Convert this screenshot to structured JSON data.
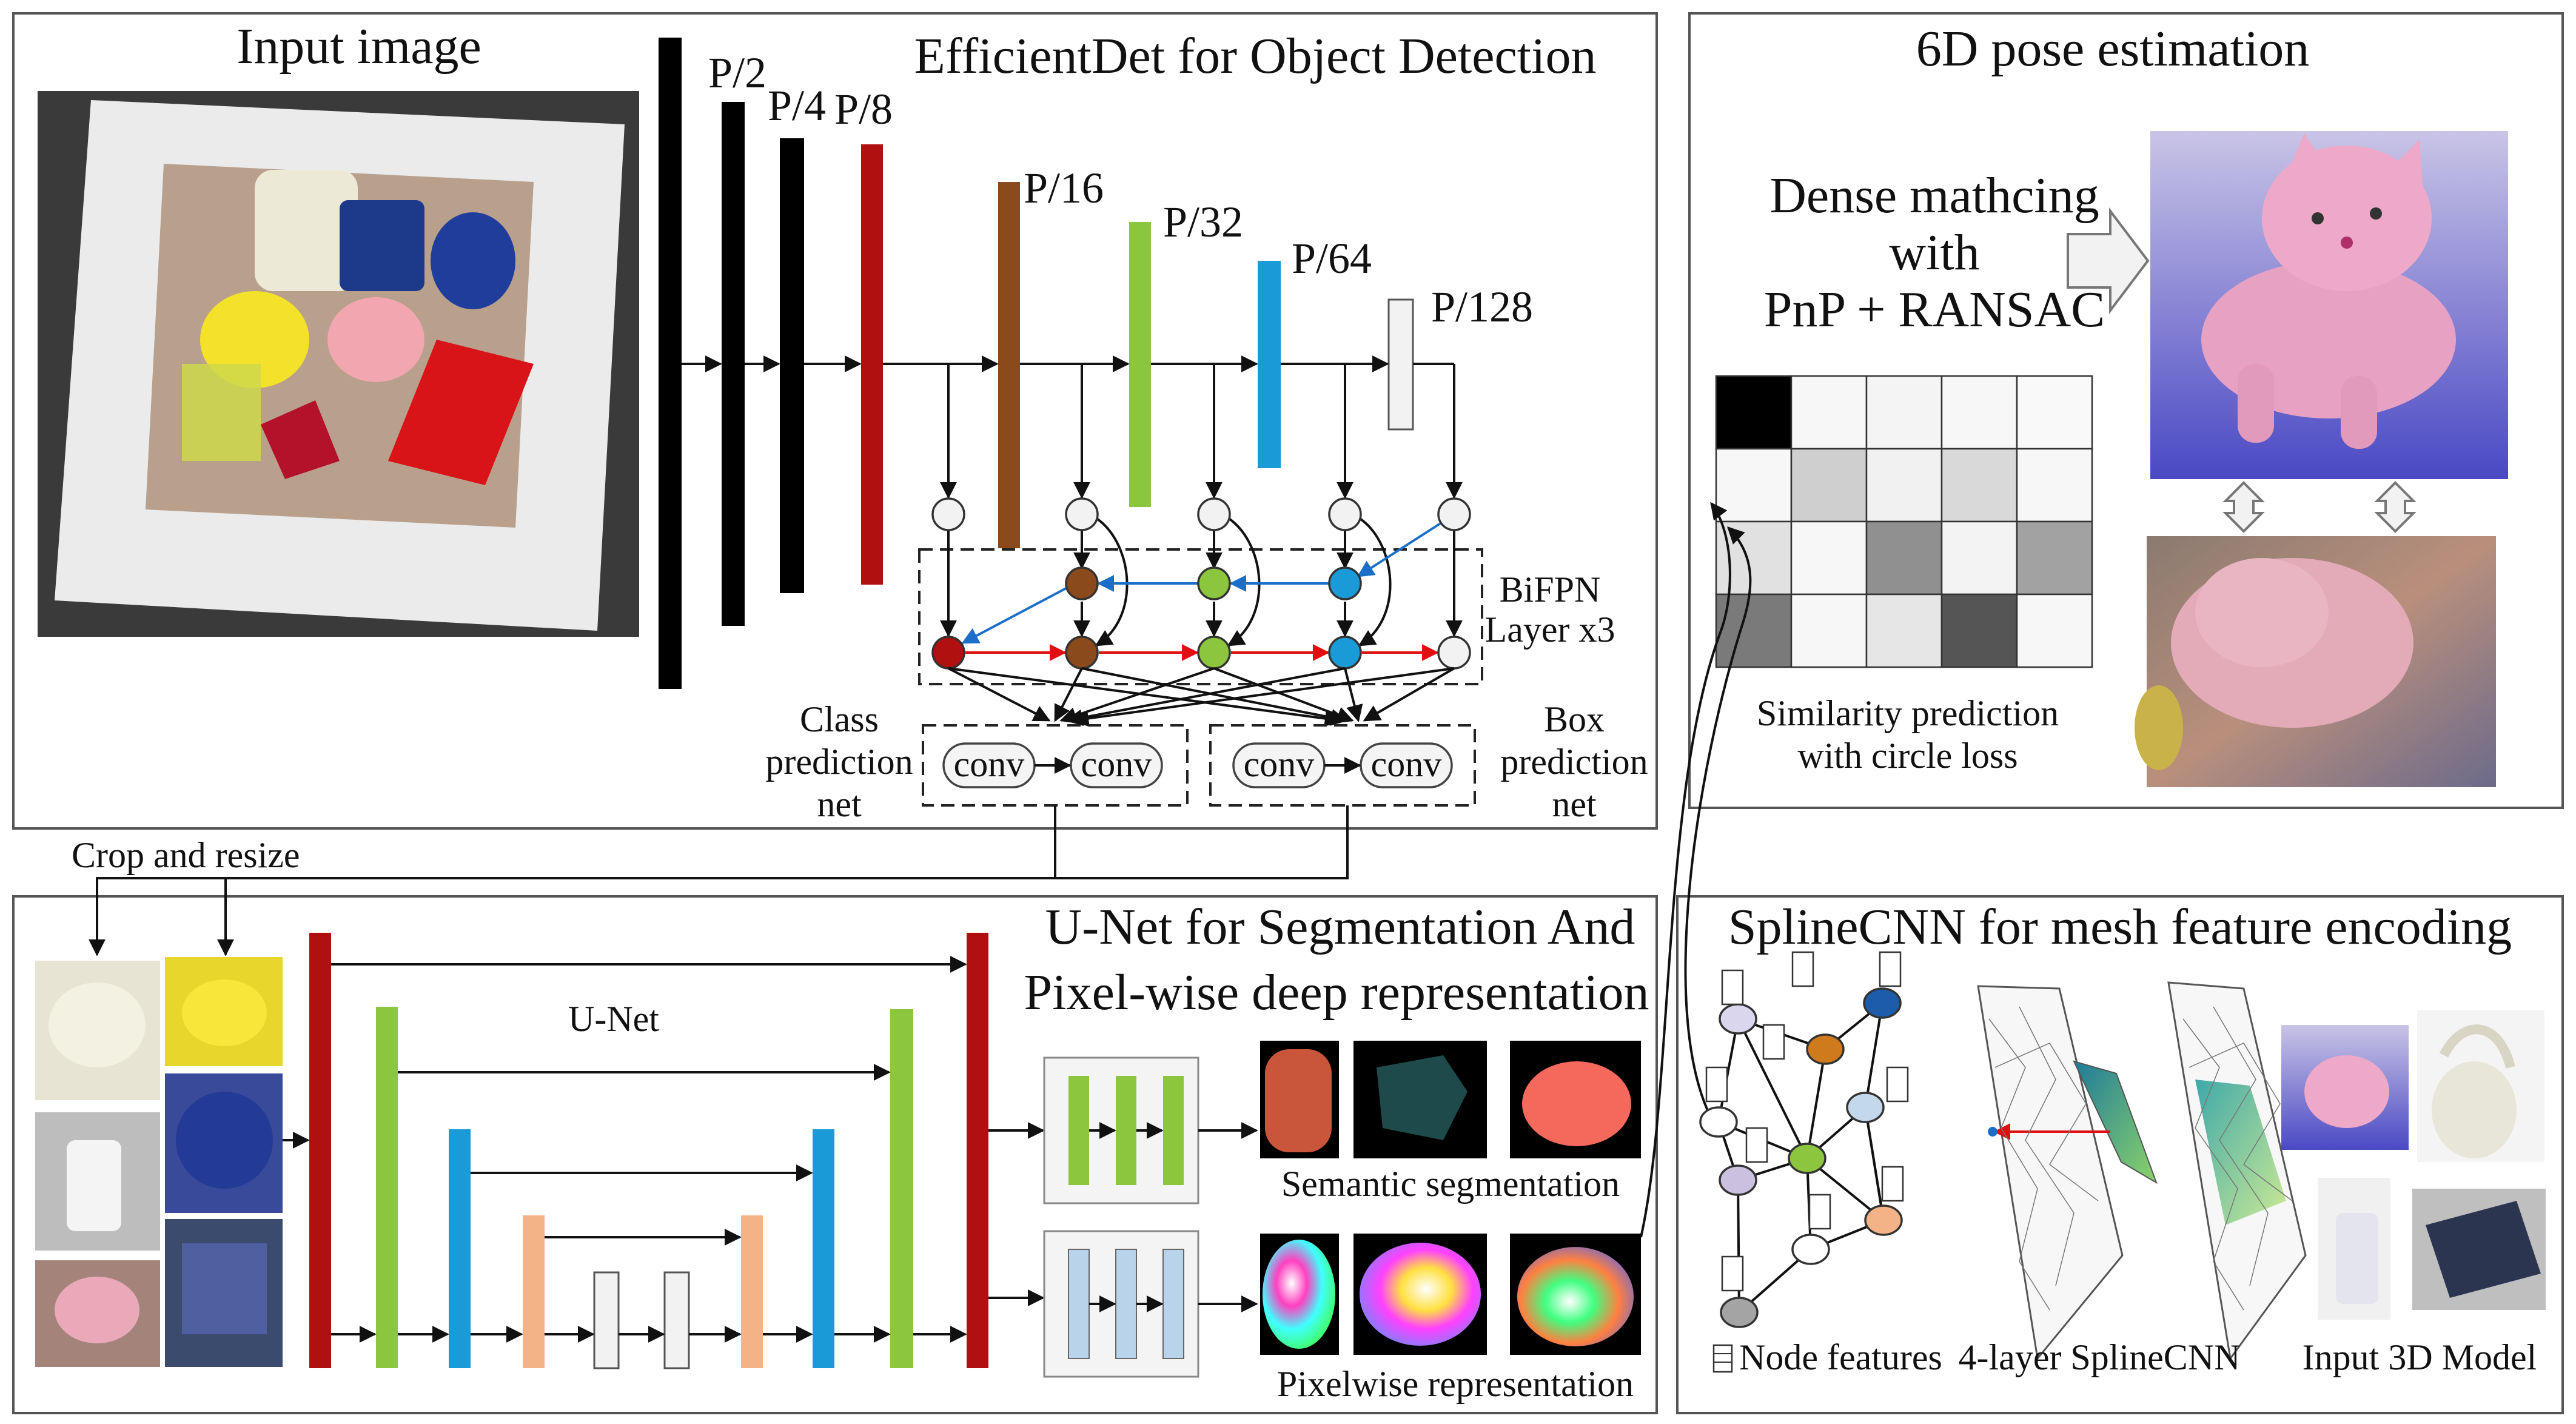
{
  "detection_panel": {
    "input_title": "Input image",
    "title": "EfficientDet for Object Detection",
    "levels": [
      "P/2",
      "P/4",
      "P/8",
      "P/16",
      "P/32",
      "P/64",
      "P/128"
    ],
    "bifpn_label": "BiFPN\nLayer x3",
    "class_net_label": "Class\nprediction\nnet",
    "box_net_label": "Box\nprediction\nnet",
    "conv_label": "conv"
  },
  "pose_panel": {
    "title": "6D pose estimation",
    "matching_label": "Dense mathcing\nwith\nPnP + RANSAC",
    "similarity_label": "Similarity prediction\nwith circle loss",
    "similarity_matrix": [
      [
        "#000000",
        "#f7f7f7",
        "#f4f4f4",
        "#f7f7f7",
        "#f9f9f9"
      ],
      [
        "#f7f7f7",
        "#cfcfcf",
        "#f1f1f1",
        "#d9d9d9",
        "#f7f7f7"
      ],
      [
        "#e1e1e1",
        "#f7f7f7",
        "#909090",
        "#f3f3f3",
        "#a2a2a2"
      ],
      [
        "#7a7a7a",
        "#f7f7f7",
        "#e6e6e6",
        "#555555",
        "#f7f7f7"
      ]
    ]
  },
  "crop_label": "Crop and resize",
  "unet_panel": {
    "title_line1": "U-Net for Segmentation And",
    "title_line2": "Pixel-wise deep representation",
    "unet_label": "U-Net",
    "semantic_label": "Semantic segmentation",
    "pixelwise_label": "Pixelwise representation"
  },
  "spline_panel": {
    "title": "SplineCNN for mesh feature encoding",
    "node_features_label": "Node features",
    "spline_label": "4-layer SplineCNN",
    "input_model_label": "Input 3D Model"
  },
  "colors": {
    "p8": "#b01010",
    "p16": "#8b4a1c",
    "p32": "#8cc63f",
    "p64": "#1a9bd7",
    "p128": "#f2f2f2",
    "skin_bar": "#f3b386",
    "light_blue_bar": "#b9d3ea"
  }
}
